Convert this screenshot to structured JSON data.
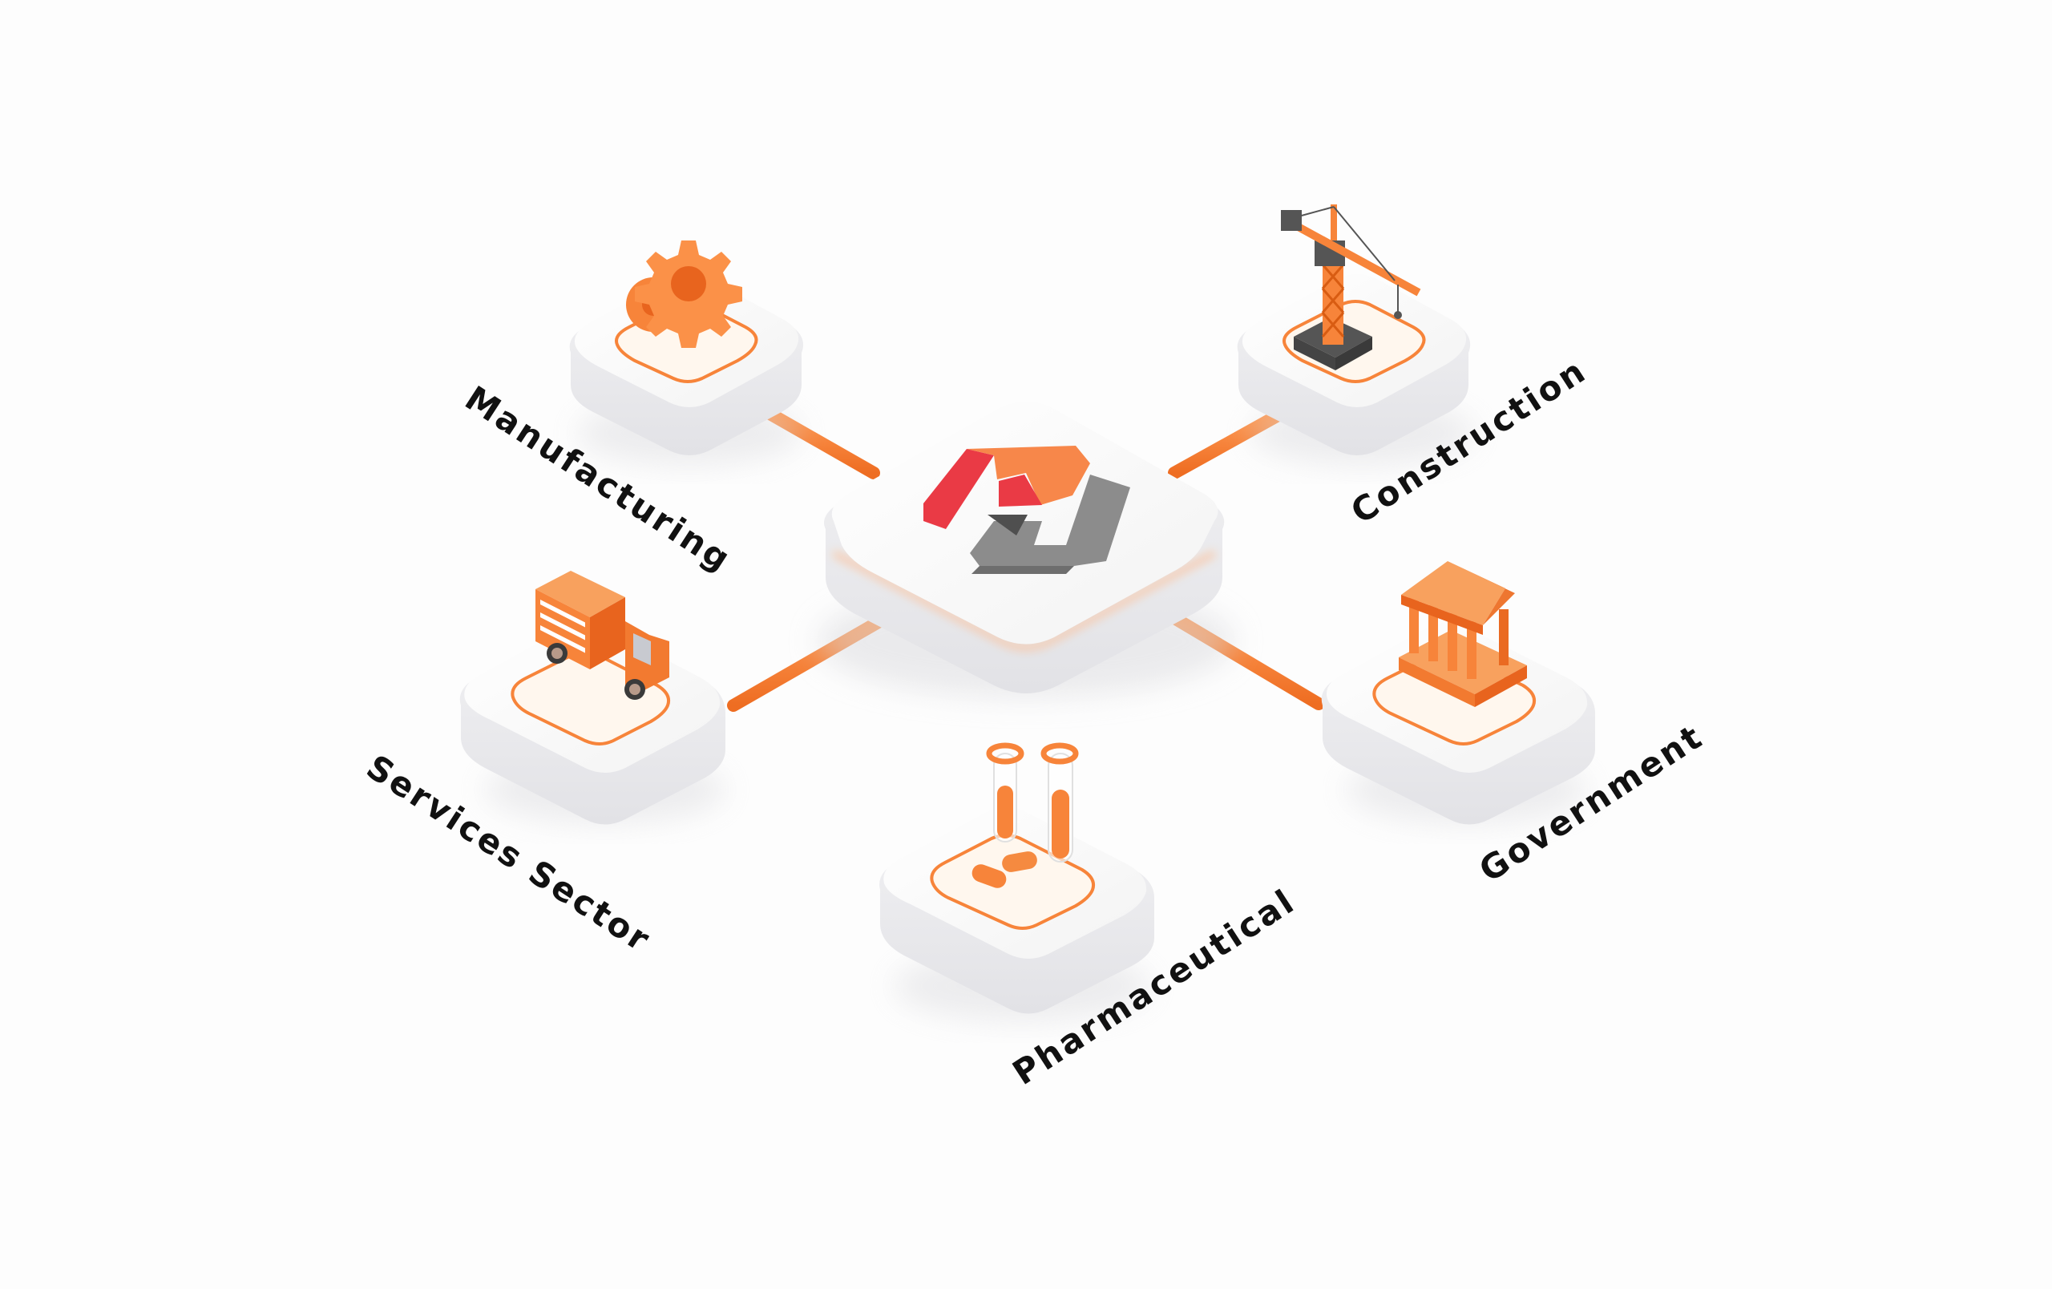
{
  "diagram": {
    "type": "hub-and-spoke isometric illustration",
    "colors": {
      "background": "#fdfdfd",
      "accent_orange": "#f7843a",
      "accent_orange_dark": "#e8641e",
      "logo_red": "#ea3a45",
      "logo_gray": "#8c8c8c",
      "logo_gray_dark": "#4f4f4f",
      "tile_white": "#f7f7f7",
      "label_text": "#111111"
    },
    "hub": {
      "name": "central-logo-hub",
      "icon": "company-logo-icon"
    },
    "nodes": [
      {
        "id": "manufacturing",
        "label": "Manufacturing",
        "icon": "gear-icon"
      },
      {
        "id": "construction",
        "label": "Construction",
        "icon": "crane-icon"
      },
      {
        "id": "services",
        "label": "Services Sector",
        "icon": "delivery-truck-icon"
      },
      {
        "id": "government",
        "label": "Government",
        "icon": "government-building-icon"
      },
      {
        "id": "pharmaceutical",
        "label": "Pharmaceutical",
        "icon": "test-tubes-pills-icon"
      }
    ]
  }
}
